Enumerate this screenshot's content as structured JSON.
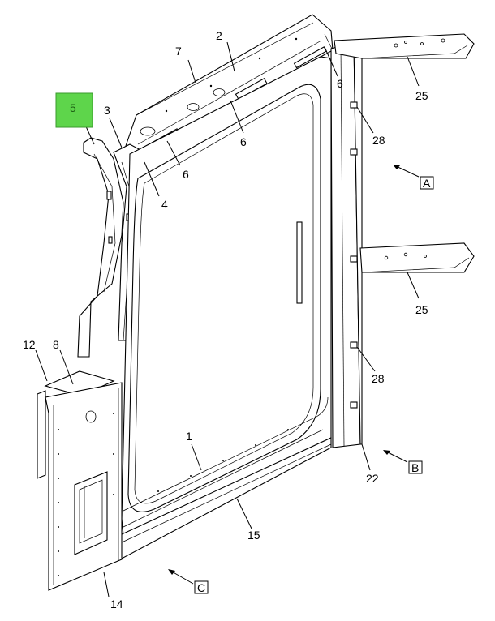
{
  "callouts": {
    "c1": "1",
    "c2": "2",
    "c3": "3",
    "c4": "4",
    "c5": "5",
    "c6a": "6",
    "c6b": "6",
    "c6c": "6",
    "c7": "7",
    "c8": "8",
    "c12": "12",
    "c14": "14",
    "c15": "15",
    "c22": "22",
    "c25a": "25",
    "c25b": "25",
    "c28a": "28",
    "c28b": "28"
  },
  "view_labels": {
    "a": "A",
    "b": "B",
    "c": "C"
  },
  "highlight": {
    "callout": "5",
    "color": "#5ed54b"
  }
}
